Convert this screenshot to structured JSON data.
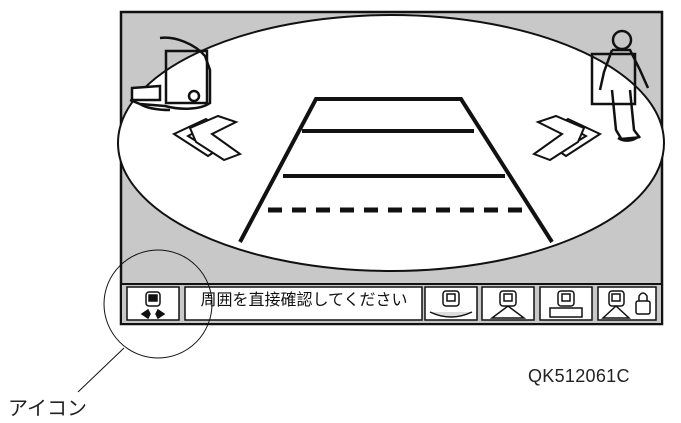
{
  "screen": {
    "status_message": "周囲を直接確認してください",
    "icons": [
      "caution-icon",
      "front-view-icon",
      "top-view-icon",
      "side-view-icon",
      "view-lock-icon"
    ]
  },
  "annotation": {
    "icon_label": "アイコン"
  },
  "figure_code": "QK512061C"
}
